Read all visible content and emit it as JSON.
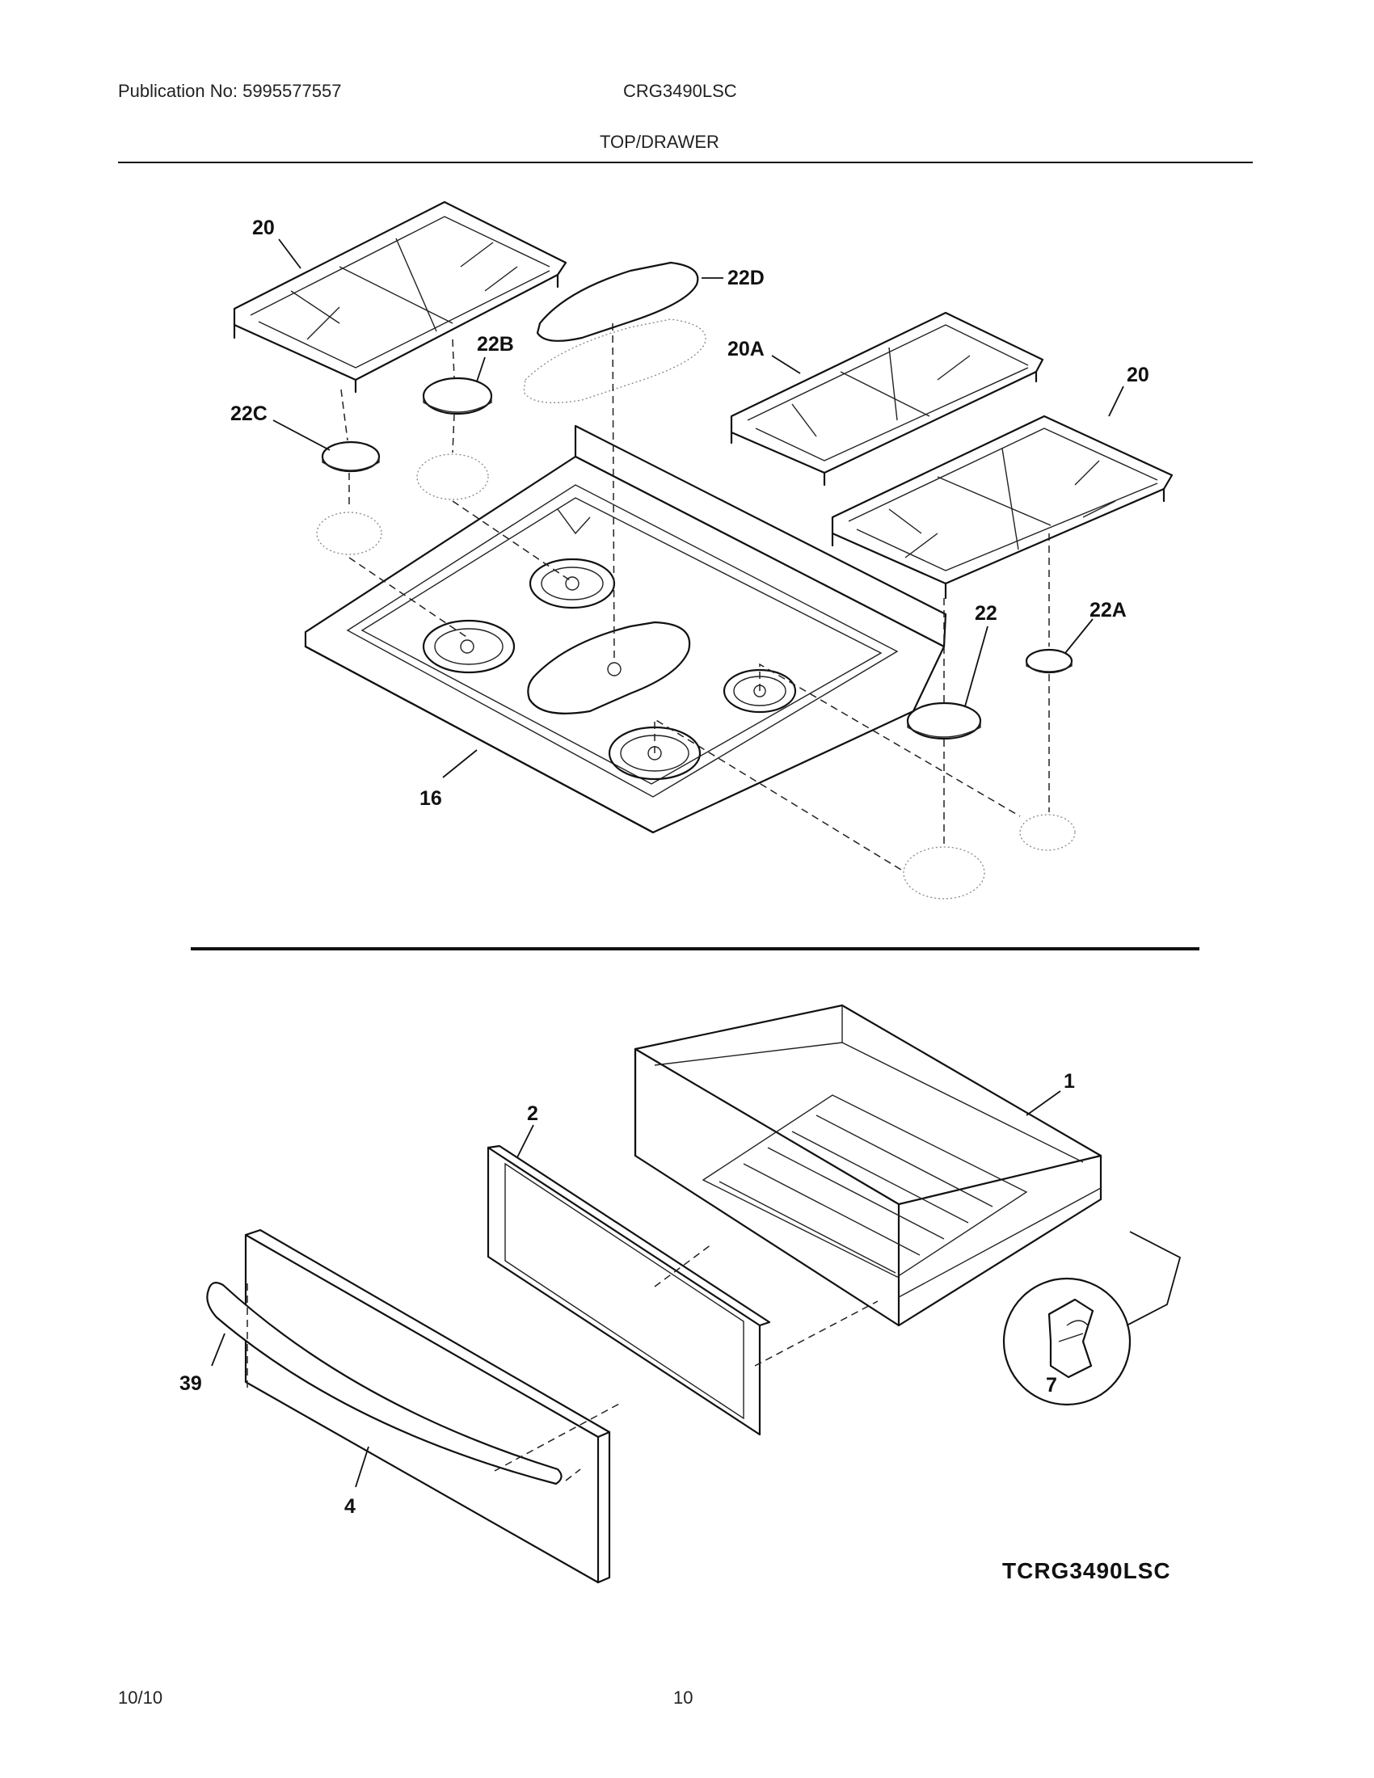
{
  "header": {
    "publication": "Publication No: 5995577557",
    "model": "CRG3490LSC",
    "section": "TOP/DRAWER"
  },
  "callouts": {
    "grate_left": "20",
    "grate_right": "20",
    "grate_center": "20A",
    "cap_oval": "22D",
    "cap_left_rear": "22B",
    "cap_left_front": "22C",
    "cap_right_front": "22",
    "cap_right_rear": "22A",
    "cooktop": "16",
    "drawer_body": "1",
    "drawer_frame": "2",
    "handle": "39",
    "drawer_front": "4",
    "clip": "7"
  },
  "diagram_code": "TCRG3490LSC",
  "footer": {
    "date": "10/10",
    "page": "10"
  }
}
